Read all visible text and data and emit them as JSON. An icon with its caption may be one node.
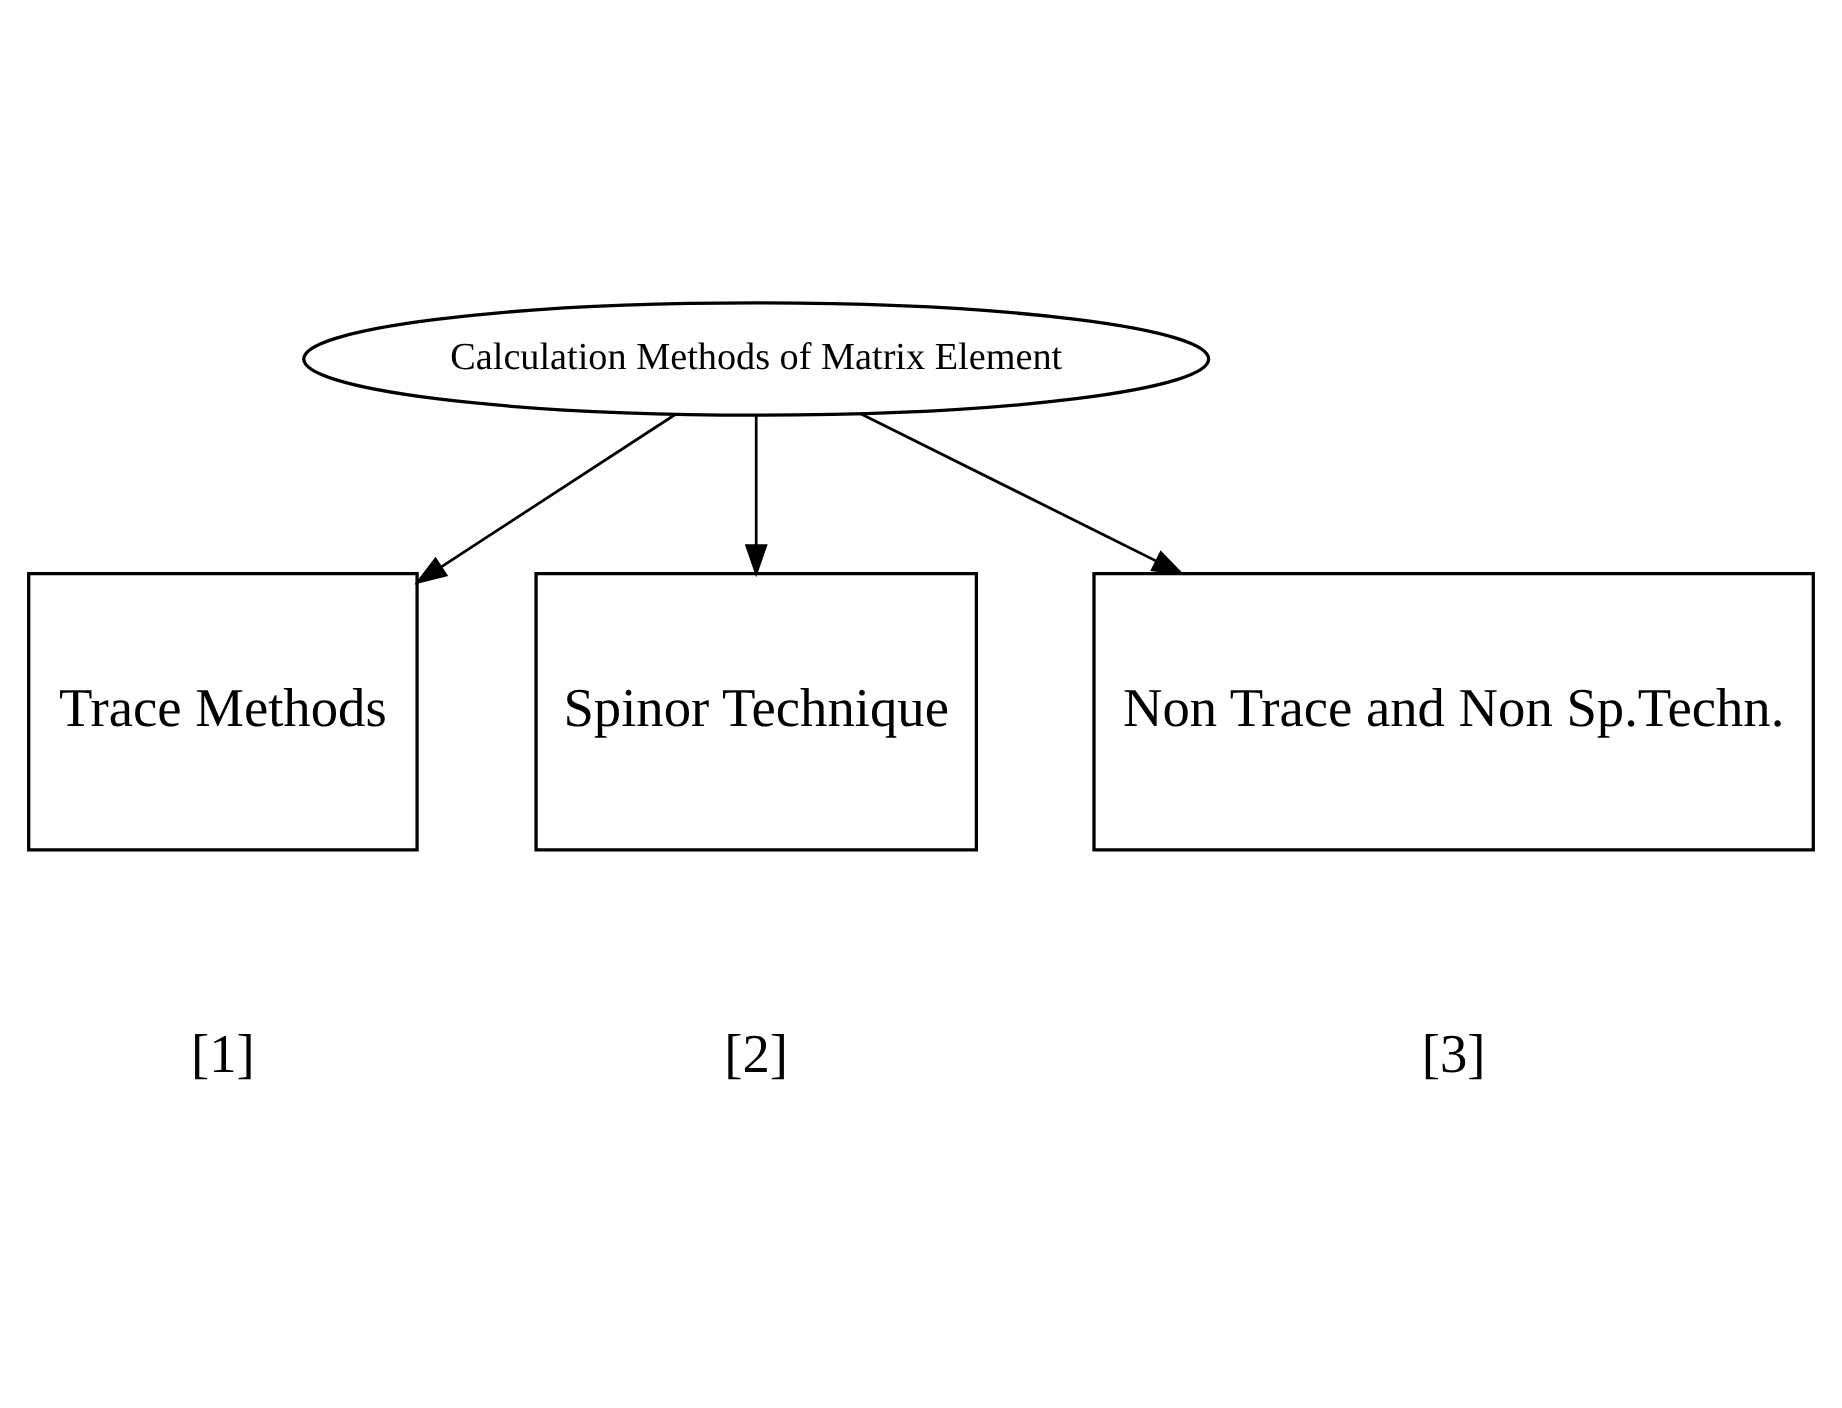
{
  "diagram": {
    "nodes": [
      {
        "text": [
          "Calculation Methods of Matrix Element"
        ]
      },
      {
        "text": [
          "Trace Methods"
        ],
        "beside": [
          "[1]"
        ]
      },
      {
        "text": [
          "Spinor Technique"
        ],
        "beside": [
          "[2]"
        ]
      },
      {
        "text": [
          "Non Trace and Non Sp.Techn."
        ],
        "beside": [
          "[3]"
        ]
      }
    ],
    "edges": [
      {
        "from": 0,
        "to": 1,
        "arrow": "to"
      },
      {
        "from": 0,
        "to": 2,
        "arrow": "to"
      },
      {
        "from": 0,
        "to": 3,
        "arrow": "to"
      }
    ]
  }
}
